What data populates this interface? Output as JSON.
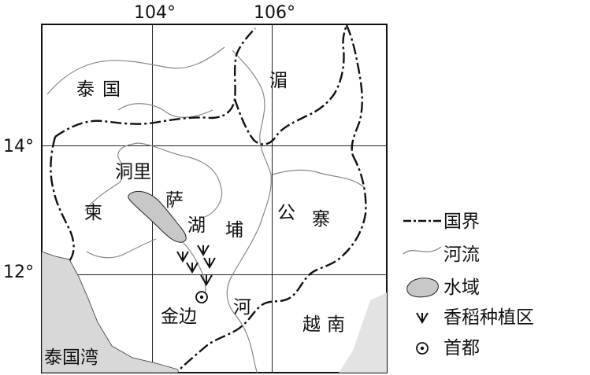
{
  "map": {
    "lon_ticks": [
      "104°",
      "106°"
    ],
    "lat_ticks": [
      "14°",
      "12°"
    ],
    "labels": {
      "thailand": "泰国",
      "mekong_1": "湄",
      "lake_1": "洞里",
      "lake_2": "萨",
      "lake_3": "湖",
      "cambodia_1": "柬",
      "cambodia_2": "埔",
      "cambodia_3": "寨",
      "river_1": "公",
      "river_2": "河",
      "capital": "金边",
      "vietnam": "越南",
      "gulf": "泰国湾"
    }
  },
  "legend": {
    "border": "国界",
    "river": "河流",
    "water": "水域",
    "rice": "香稻种植区",
    "capital": "首都"
  }
}
